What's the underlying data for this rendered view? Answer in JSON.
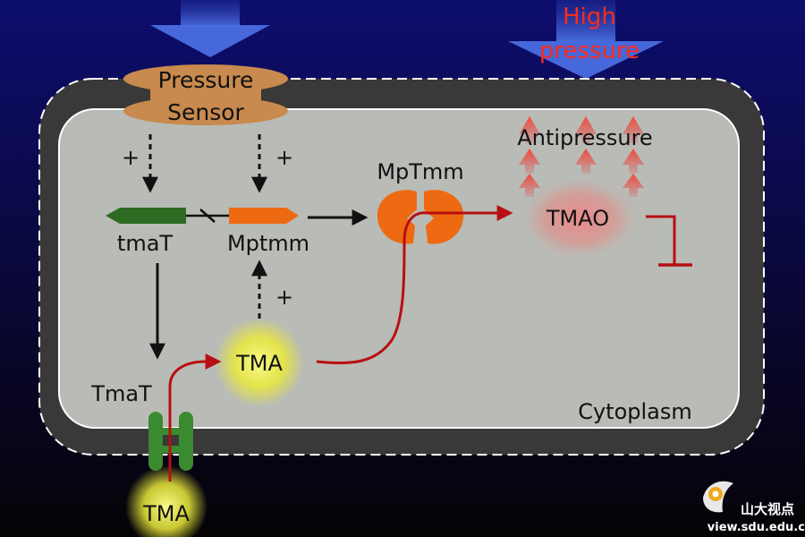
{
  "labels": {
    "high_pressure_line1": "High",
    "high_pressure_line2": "pressure",
    "sensor_line1": "Pressure",
    "sensor_line2": "Sensor",
    "plus_left": "+",
    "plus_mid": "+",
    "plus_lower": "+",
    "tmaT_gene": "tmaT",
    "mptmm_gene": "Mptmm",
    "mptmm_protein": "MpTmm",
    "antipressure": "Antipressure",
    "tmao": "TMAO",
    "tmat_protein": "TmaT",
    "tma_inside": "TMA",
    "tma_outside": "TMA",
    "cytoplasm": "Cytoplasm"
  },
  "watermark": {
    "name": "山大视点",
    "url": "view.sdu.edu.cn"
  },
  "colors": {
    "background_top": "#0d0d6e",
    "background_bottom": "#050305",
    "membrane": "#3a3838",
    "cytoplasm": "#b9bbb6",
    "sensor": "#c88a4e",
    "gene_tmaT": "#2d6b22",
    "gene_mptmm": "#ee6a12",
    "red_path": "#b80f12",
    "high_pressure_text": "#ff2a1a",
    "tma_glow": "#f2f25a",
    "transporter": "#3a8a30"
  }
}
